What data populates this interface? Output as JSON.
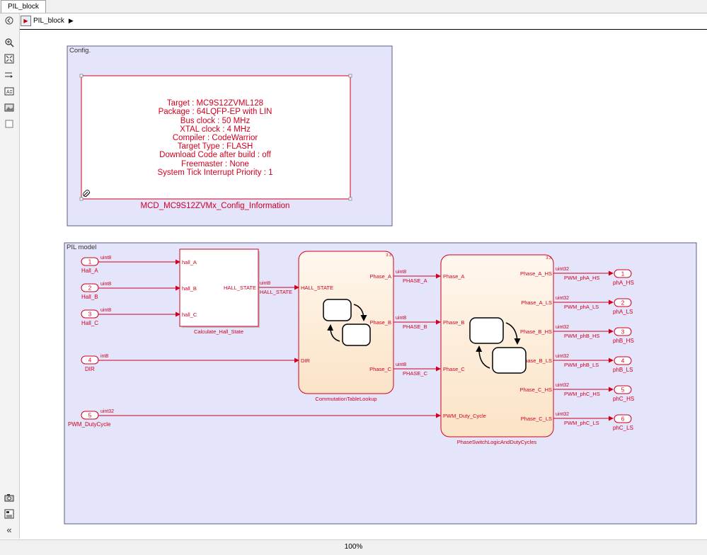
{
  "tab": {
    "title": "PIL_block"
  },
  "breadcrumb": {
    "model": "PIL_block"
  },
  "status": {
    "zoom": "100%"
  },
  "config_area": {
    "title": "Config.",
    "lines": [
      "Target : MC9S12ZVML128",
      "Package : 64LQFP-EP with LIN",
      "Bus clock : 50 MHz",
      "XTAL clock : 4 MHz",
      "Compiler : CodeWarrior",
      "Target Type : FLASH",
      "Download Code after build : off",
      "Freemaster : None",
      "System Tick Interrupt Priority : 1"
    ],
    "block_name": "MCD_MC9S12ZVMx_Config_Information"
  },
  "pil_area": {
    "title": "PIL model",
    "inports": [
      {
        "num": "1",
        "name": "Hall_A",
        "type": "uint8"
      },
      {
        "num": "2",
        "name": "Hall_B",
        "type": "uint8"
      },
      {
        "num": "3",
        "name": "Hall_C",
        "type": "uint8"
      },
      {
        "num": "4",
        "name": "DIR",
        "type": "int8"
      },
      {
        "num": "5",
        "name": "PWM_DutyCycle",
        "type": "uint32"
      }
    ],
    "hall_block": {
      "name": "Calculate_Hall_State",
      "inputs": [
        "hall_A",
        "hall_B",
        "hall_C"
      ],
      "output": "HALL_STATE",
      "out_type": "uint8",
      "signal": "HALL_STATE"
    },
    "comm_block": {
      "name": "CommutationTableLookup",
      "badge": "3.3",
      "inputs": [
        "HALL_STATE",
        "DIR"
      ],
      "outputs": [
        "Phase_A",
        "Phase_B",
        "Phase_C"
      ],
      "out_types": [
        "uint8",
        "uint8",
        "uint8"
      ],
      "signals": [
        "PHASE_A",
        "PHASE_B",
        "PHASE_C"
      ]
    },
    "phase_block": {
      "name": "PhaseSwitchLogicAndDutyCycles",
      "badge": "3.3",
      "inputs": [
        "Phase_A",
        "Phase_B",
        "Phase_C",
        "PWM_Duty_Cycle"
      ],
      "outputs": [
        "Phase_A_HS",
        "Phase_A_LS",
        "Phase_B_HS",
        "Phase_B_LS",
        "Phase_C_HS",
        "Phase_C_LS"
      ],
      "out_types": [
        "uint32",
        "uint32",
        "uint32",
        "uint32",
        "uint32",
        "uint32"
      ],
      "signals": [
        "PWM_phA_HS",
        "PWM_phA_LS",
        "PWM_phB_HS",
        "PWM_phB_LS",
        "PWM_phC_HS",
        "PWM_phC_LS"
      ]
    },
    "outports": [
      {
        "num": "1",
        "name": "phA_HS"
      },
      {
        "num": "2",
        "name": "phA_LS"
      },
      {
        "num": "3",
        "name": "phB_HS"
      },
      {
        "num": "4",
        "name": "phB_LS"
      },
      {
        "num": "5",
        "name": "phC_HS"
      },
      {
        "num": "6",
        "name": "phC_LS"
      }
    ]
  },
  "colors": {
    "accent": "#d2001e",
    "area_fill": "#e4e4fa",
    "area_border": "#3a3a6a",
    "chart_fill": "#fdefdd"
  }
}
